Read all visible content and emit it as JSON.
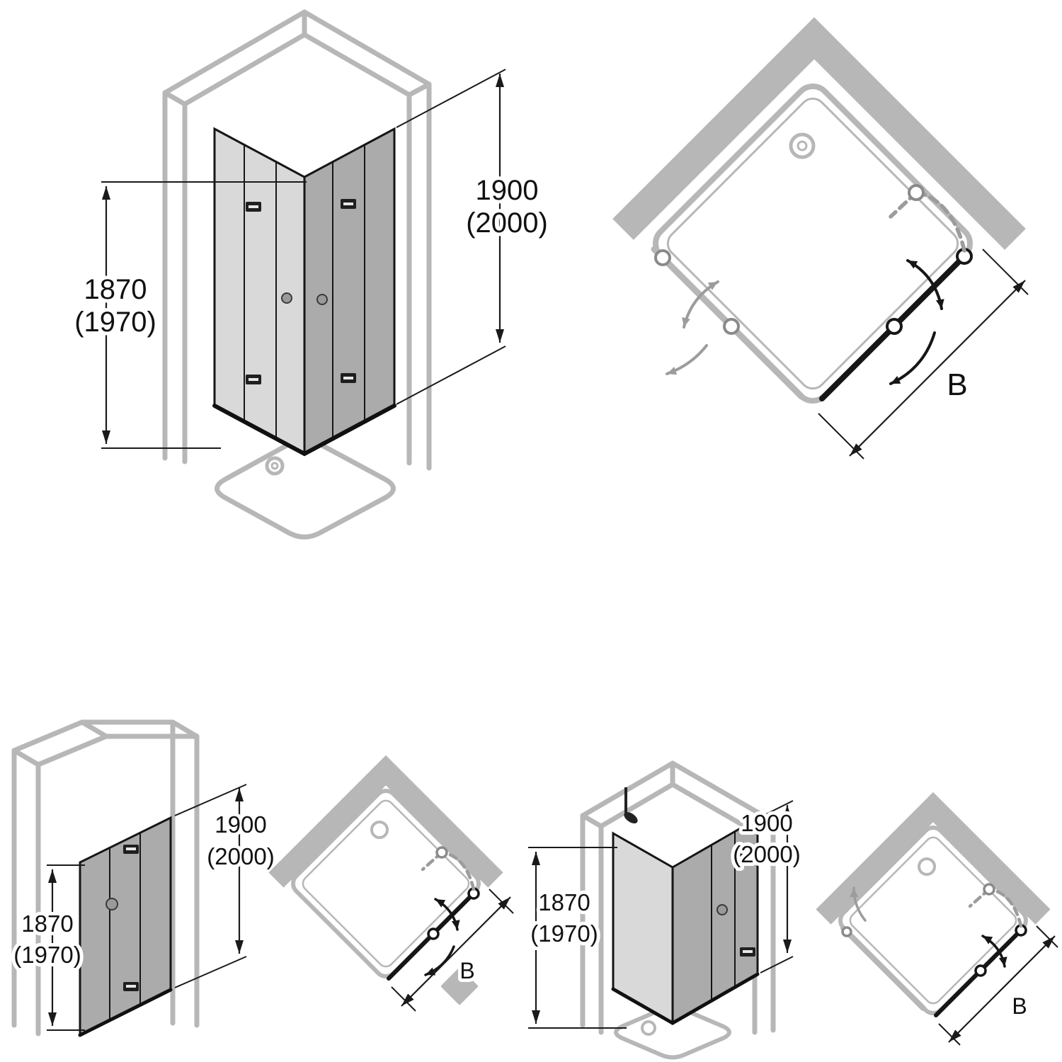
{
  "corner_iso": {
    "inner_height": "1870",
    "inner_height_alt": "(1970)",
    "outer_height": "1900",
    "outer_height_alt": "(2000)"
  },
  "corner_plan": {
    "width_label": "B"
  },
  "niche": {
    "inner_height": "1870",
    "inner_height_alt": "(1970)",
    "outer_height": "1900",
    "outer_height_alt": "(2000)",
    "width_label": "B"
  },
  "side_iso": {
    "inner_height": "1870",
    "inner_height_alt": "(1970)",
    "outer_height": "1900",
    "outer_height_alt": "(2000)",
    "width_label": "B"
  },
  "icons": [
    "drain-icon",
    "hinge-icon",
    "door-knob-icon",
    "shower-head-icon",
    "swing-arrow-icon",
    "hinge-point-icon"
  ],
  "colors": {
    "wall_gray": "#b7b7b7",
    "glass_light": "#d9d9d9",
    "glass_dark": "#ababab",
    "line_black": "#161616",
    "dash_gray": "#9c9c9c"
  }
}
